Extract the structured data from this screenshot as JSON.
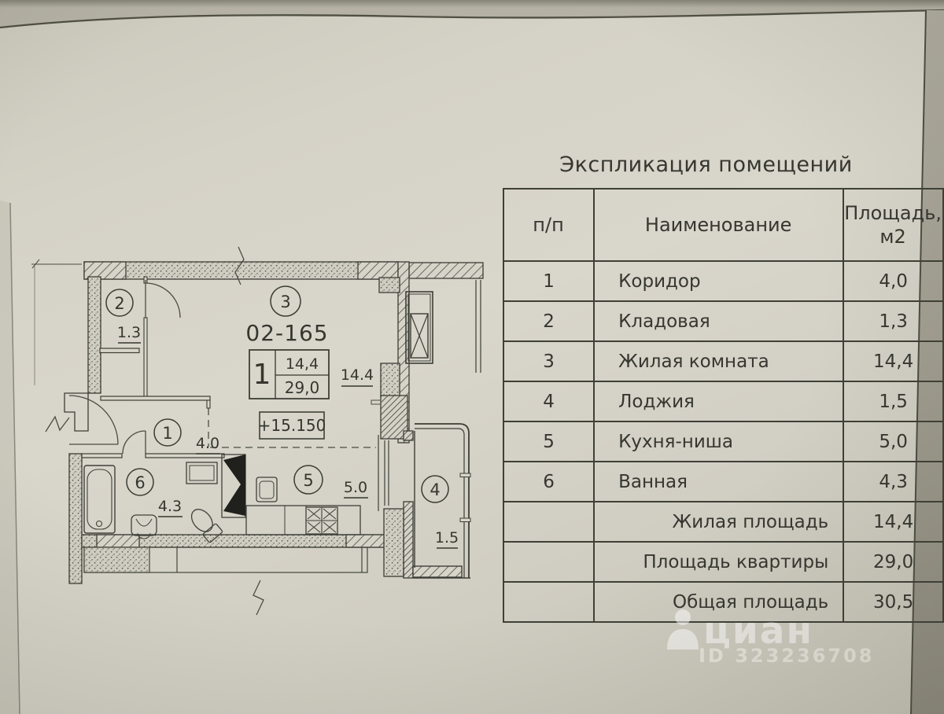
{
  "photo": {
    "brand_watermark": "циан",
    "watermark_id": "ID 323236708"
  },
  "table": {
    "title": "Экспликация помещений",
    "headers": {
      "num": "п/п",
      "name": "Наименование",
      "area_line1": "Площадь,",
      "area_line2": "м2"
    },
    "rows": [
      {
        "num": "1",
        "name": "Коридор",
        "area": "4,0"
      },
      {
        "num": "2",
        "name": "Кладовая",
        "area": "1,3"
      },
      {
        "num": "3",
        "name": "Жилая комната",
        "area": "14,4"
      },
      {
        "num": "4",
        "name": "Лоджия",
        "area": "1,5"
      },
      {
        "num": "5",
        "name": "Кухня-ниша",
        "area": "5,0"
      },
      {
        "num": "6",
        "name": "Ванная",
        "area": "4,3"
      },
      {
        "num": "",
        "name": "Жилая площадь",
        "area": "14,4"
      },
      {
        "num": "",
        "name": "Площадь квартиры",
        "area": "29,0"
      },
      {
        "num": "",
        "name": "Общая площадь",
        "area": "30,5"
      }
    ]
  },
  "plan": {
    "apartment_label": "02-165",
    "elevation_mark": "+15.150",
    "summary_box": {
      "rooms_count": "1",
      "living_area": "14,4",
      "total_area": "29,0"
    },
    "rooms": [
      {
        "number": "1",
        "area": "4.0"
      },
      {
        "number": "2",
        "area": "1.3"
      },
      {
        "number": "3",
        "area": "14.4"
      },
      {
        "number": "4",
        "area": "1.5"
      },
      {
        "number": "5",
        "area": "5.0"
      },
      {
        "number": "6",
        "area": "4.3"
      }
    ]
  }
}
